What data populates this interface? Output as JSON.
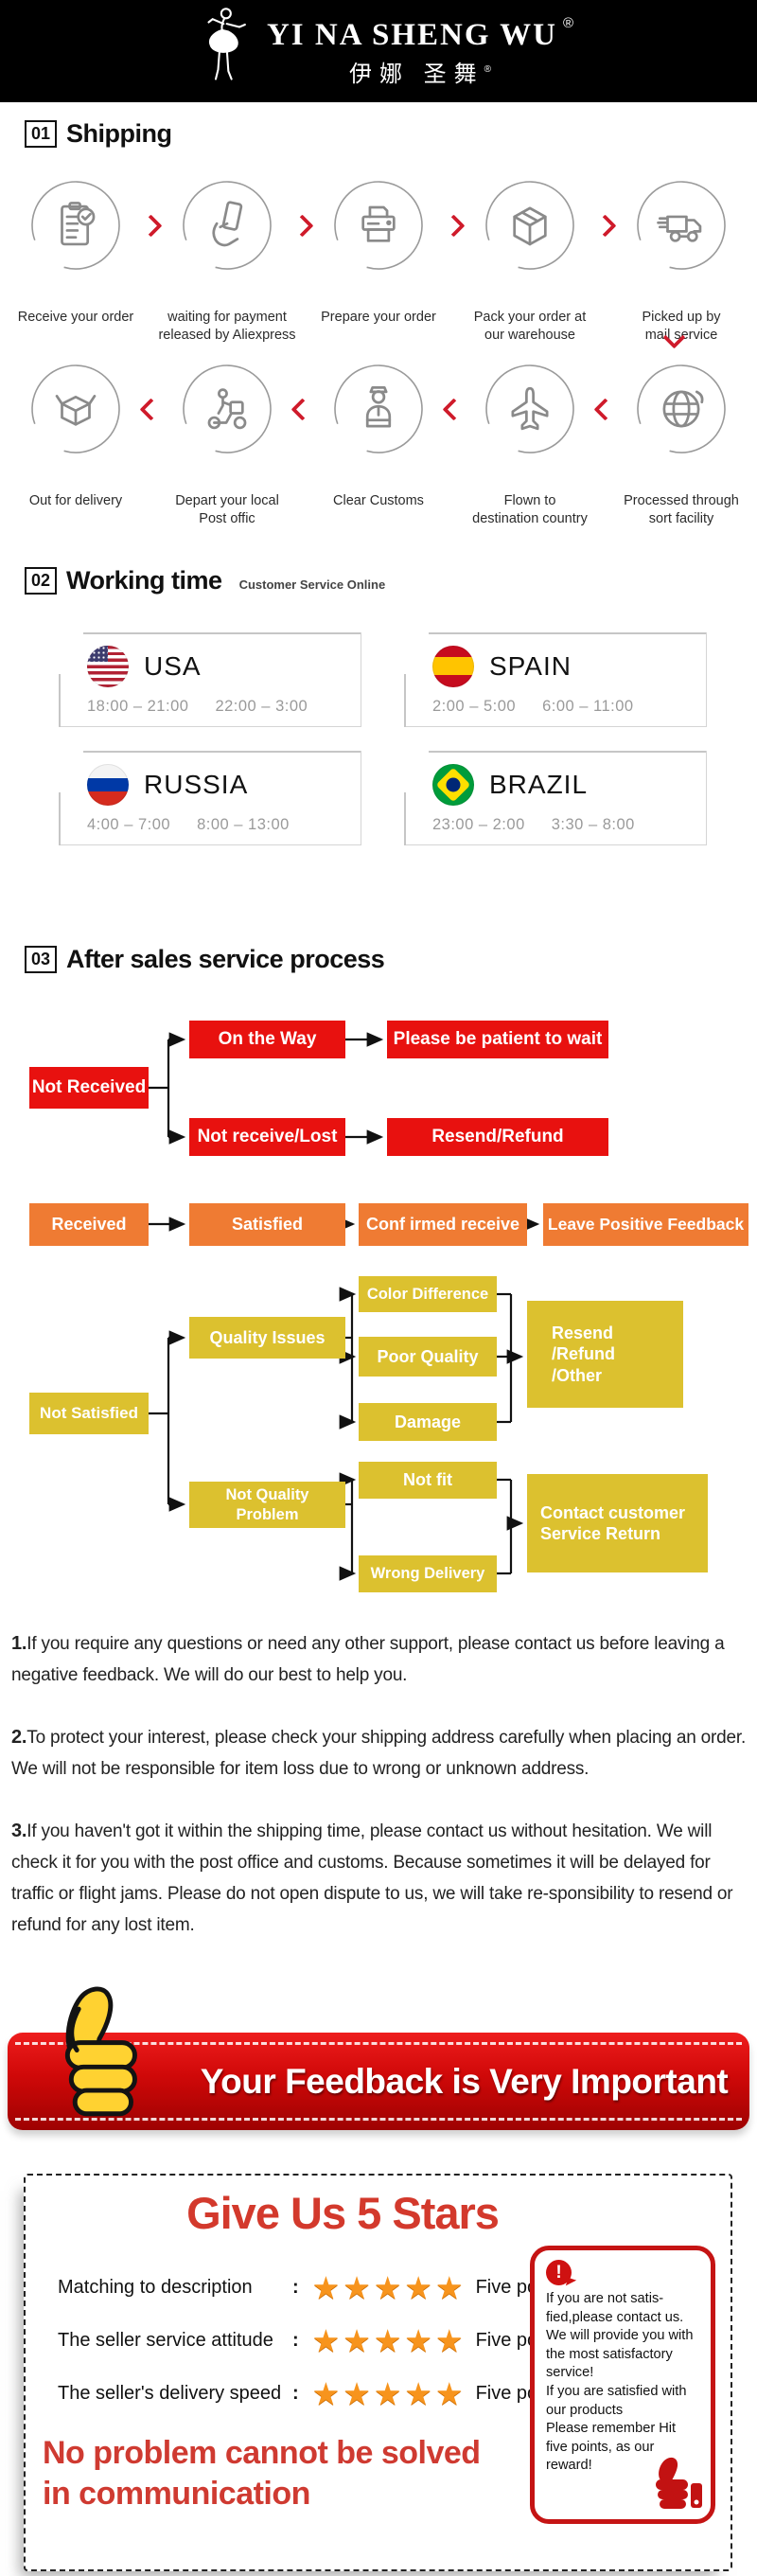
{
  "header": {
    "brand_en": "YI NA SHENG WU",
    "registered": "®",
    "brand_cn": "伊娜 圣舞",
    "registered_small": "®"
  },
  "sections": {
    "shipping": {
      "num": "01",
      "title": "Shipping"
    },
    "working": {
      "num": "02",
      "title": "Working time",
      "subtitle": "Customer Service Online"
    },
    "aftersales": {
      "num": "03",
      "title": "After sales service process"
    }
  },
  "shipping": {
    "row1": [
      {
        "icon": "order-clipboard-icon",
        "label": "Receive your order"
      },
      {
        "icon": "payment-card-icon",
        "label": "waiting for payment\nreleased by Aliexpress"
      },
      {
        "icon": "printer-icon",
        "label": "Prepare your order"
      },
      {
        "icon": "package-box-icon",
        "label": "Pack your order at\nour warehouse"
      },
      {
        "icon": "mail-truck-icon",
        "label": "Picked up by\nmail service"
      }
    ],
    "row2": [
      {
        "icon": "open-box-icon",
        "label": "Out for delivery"
      },
      {
        "icon": "delivery-scooter-icon",
        "label": "Depart your local\nPost offic"
      },
      {
        "icon": "customs-officer-icon",
        "label": "Clear Customs"
      },
      {
        "icon": "airplane-icon",
        "label": "Flown to\ndestination country"
      },
      {
        "icon": "globe-icon",
        "label": "Processed through\nsort facility"
      }
    ]
  },
  "working_time": {
    "countries": [
      {
        "name": "USA",
        "flag": "usa-flag-icon",
        "time1": "18:00 – 21:00",
        "time2": "22:00 – 3:00"
      },
      {
        "name": "SPAIN",
        "flag": "spain-flag-icon",
        "time1": "2:00 – 5:00",
        "time2": "6:00 – 11:00"
      },
      {
        "name": "RUSSIA",
        "flag": "russia-flag-icon",
        "time1": "4:00 – 7:00",
        "time2": "8:00 – 13:00"
      },
      {
        "name": "BRAZIL",
        "flag": "brazil-flag-icon",
        "time1": "23:00 – 2:00",
        "time2": "3:30 – 8:00"
      }
    ]
  },
  "flowchart": {
    "not_received": "Not Received",
    "on_the_way": "On the Way",
    "please_wait": "Please be patient to wait",
    "not_receive_lost": "Not receive/Lost",
    "resend_refund": "Resend/Refund",
    "received": "Received",
    "satisfied": "Satisfied",
    "confirmed_receive": "Conf irmed receive",
    "leave_feedback": "Leave Positive Feedback",
    "not_satisfied": "Not Satisfied",
    "quality_issues": "Quality Issues",
    "color_difference": "Color Difference",
    "poor_quality": "Poor Quality",
    "damage": "Damage",
    "resend_refund_other": "Resend\n/Refund\n/Other",
    "not_quality_problem": "Not Quality\nProblem",
    "not_fit": "Not fit",
    "wrong_delivery": "Wrong Delivery",
    "contact_customer": "Contact customer\nService Return"
  },
  "notes": [
    {
      "num": "1.",
      "text": "If you require any questions or need any other support, please contact us before leaving a negative feedback. We will do our best to help you."
    },
    {
      "num": "2.",
      "text": "To protect your interest, please check your shipping address carefully when placing an order. We will not be responsible for item loss due to wrong or unknown address."
    },
    {
      "num": "3.",
      "text": "If you haven't got it within the shipping time, please contact us without hesitation. We will check it for you with the post office and customs. Because sometimes it will be delayed for traffic or flight jams. Please do not open dispute to us, we will take re-sponsibility to resend or refund for any lost item."
    }
  ],
  "banner": {
    "text": "Your Feedback is Very Important"
  },
  "stars": {
    "title": "Give Us 5 Stars",
    "colon": ":",
    "stars": "★★★★★",
    "five_points": "Five points",
    "rows": [
      {
        "label": "Matching to description"
      },
      {
        "label": "The seller service attitude"
      },
      {
        "label": "The seller's delivery speed"
      }
    ],
    "slogan": "No problem cannot be solved\n in communication",
    "info_exclaim": "!",
    "info_text": "If you are not satis-\nfied,please contact us.\nWe will provide you with\nthe most satisfactory\nservice!\nIf you are satisfied with\nour products\nPlease remember Hit\nfive points, as our\nreward!"
  },
  "colors": {
    "flow_red": "#e8110f",
    "flow_orange": "#ef7b33",
    "flow_yellow": "#dcc12f",
    "accent_red": "#cf1b2b",
    "title_red": "#d3392c",
    "star_orange": "#f7941d"
  }
}
